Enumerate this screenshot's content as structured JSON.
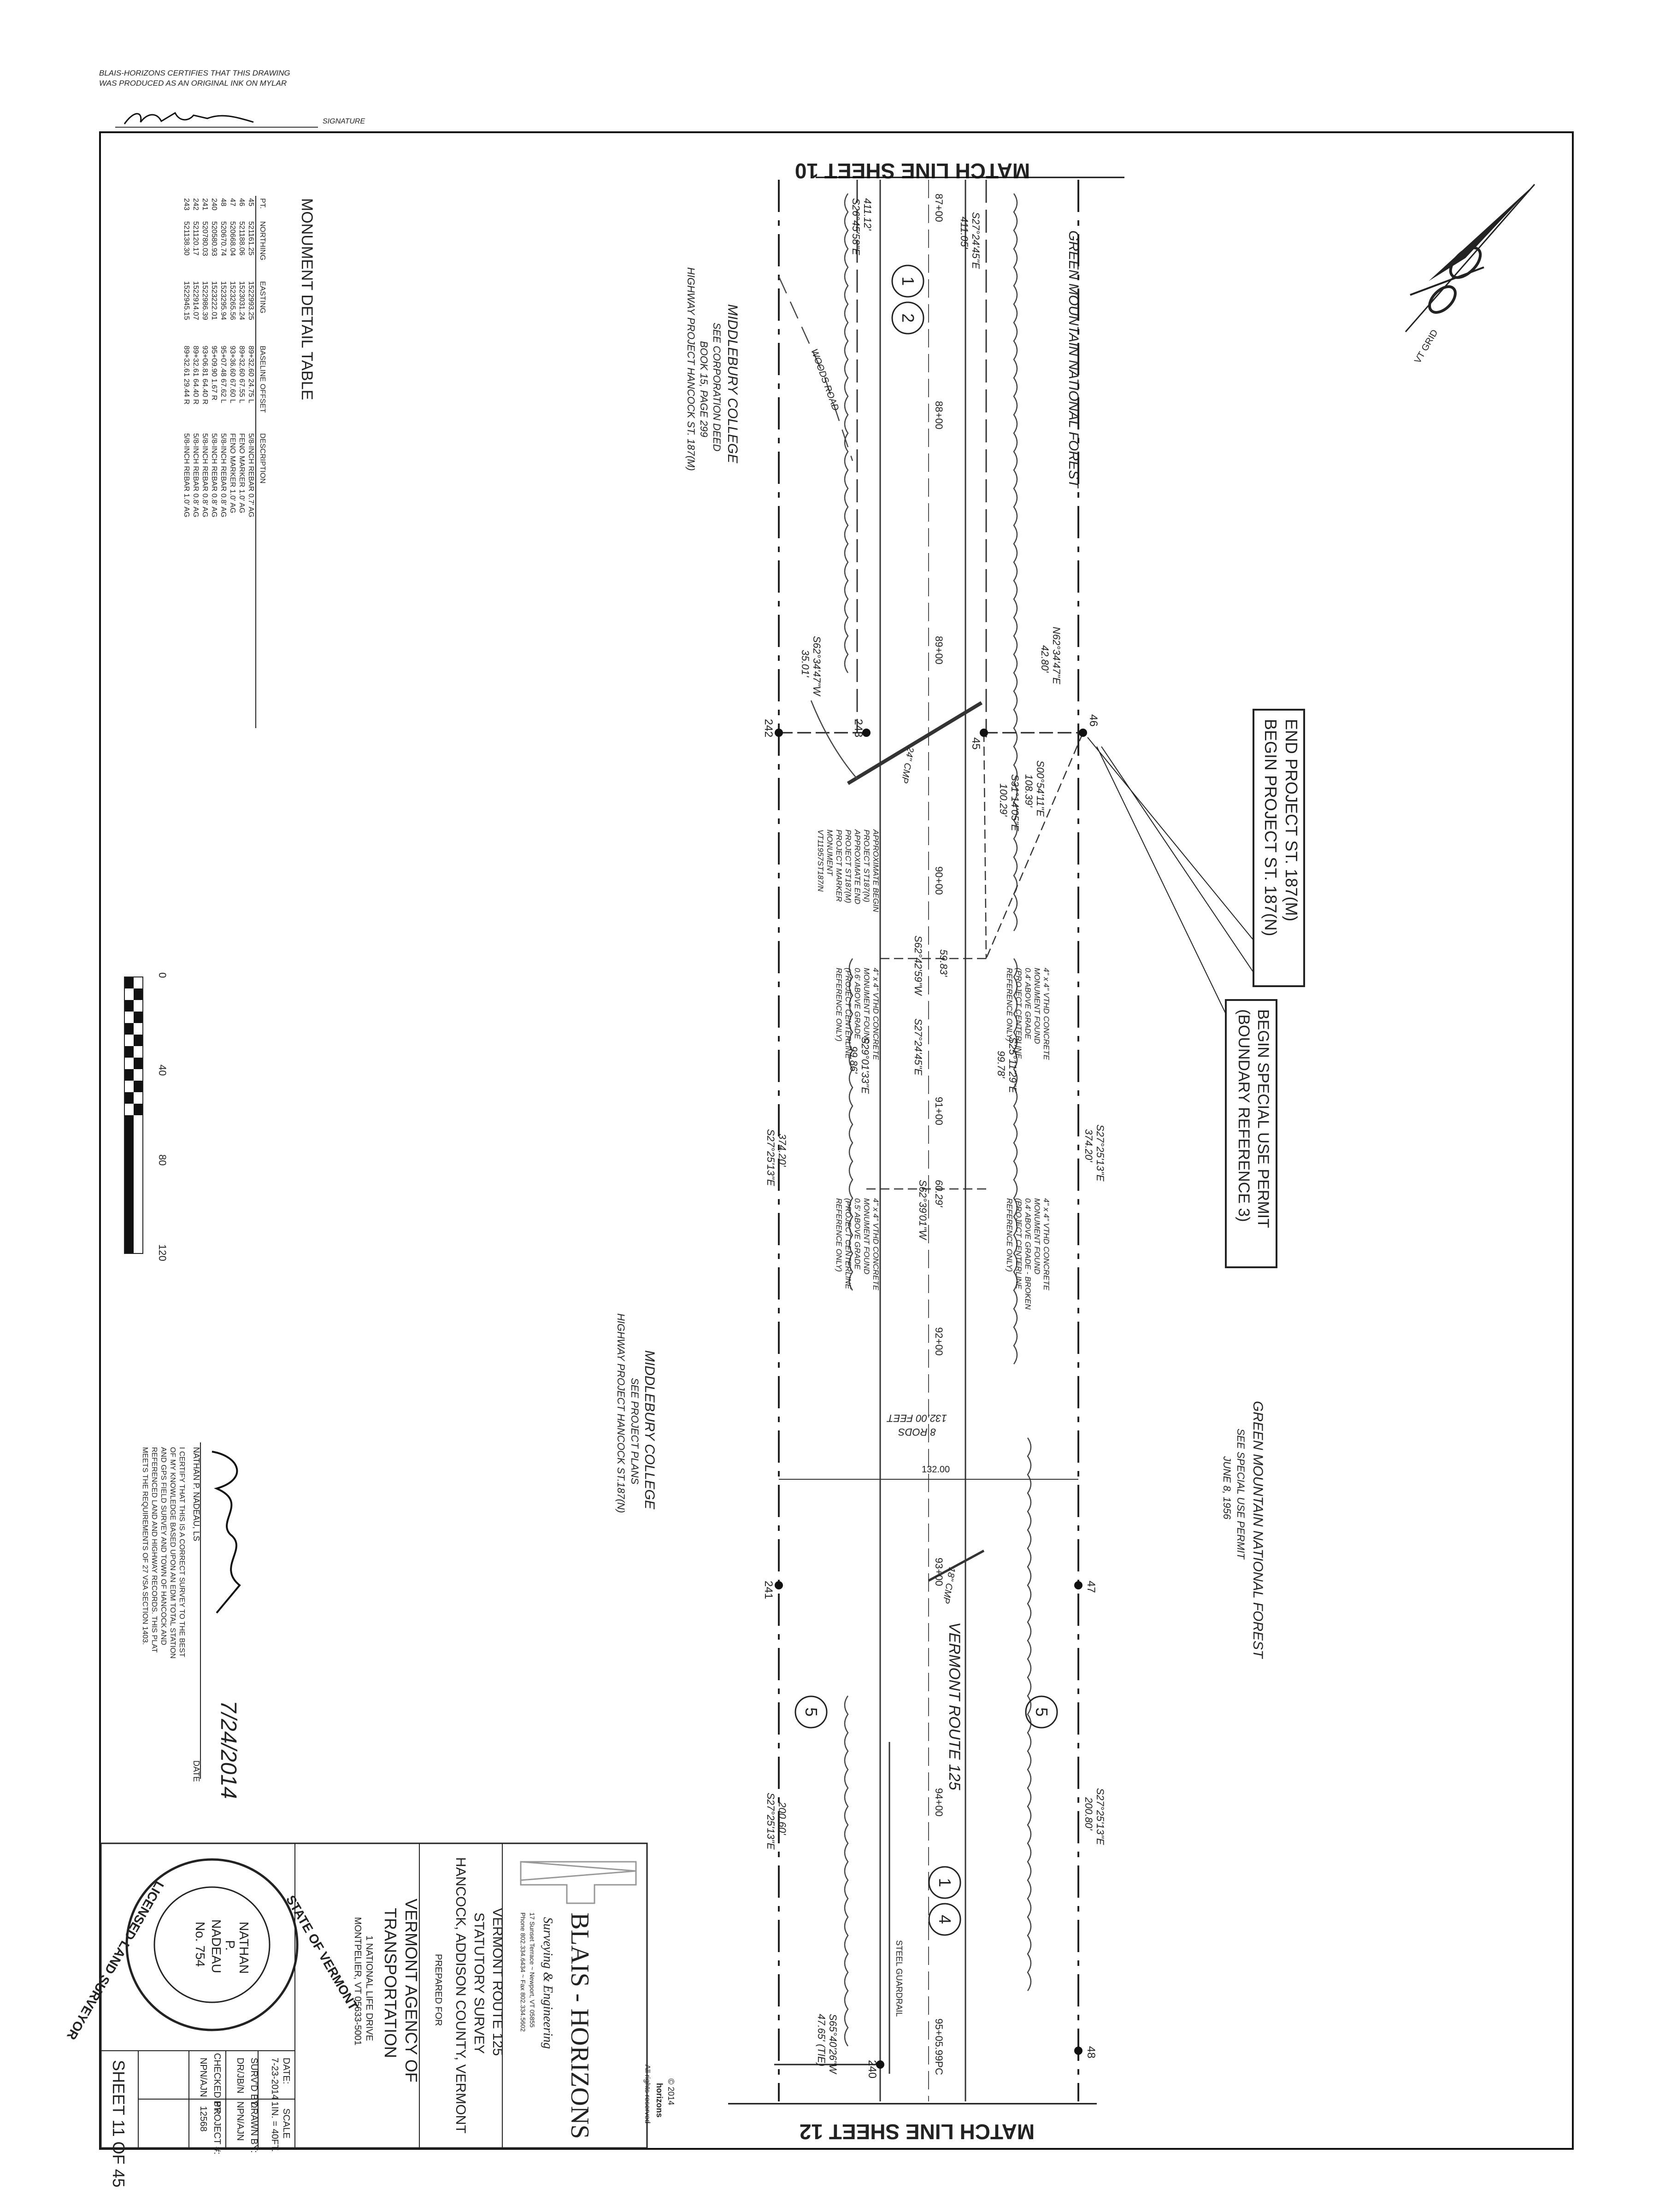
{
  "header": {
    "certification": [
      "BLAIS-HORIZONS CERTIFIES THAT THIS DRAWING",
      "WAS PRODUCED AS AN ORIGINAL INK ON MYLAR"
    ],
    "signature_label": "SIGNATURE"
  },
  "match_lines": {
    "top": "MATCH LINE SHEET 10",
    "bottom": "MATCH LINE SHEET 12"
  },
  "north_arrow": {
    "label": "VT GRID"
  },
  "monument_table": {
    "title": "MONUMENT DETAIL TABLE",
    "headers": [
      "PT.",
      "NORTHING",
      "EASTING",
      "BASELINE OFFSET",
      "DESCRIPTION"
    ],
    "rows": [
      [
        "45",
        "521161.25",
        "1522993.25",
        "89+32.60 24.75 L",
        "5/8-INCH REBAR 0.7' AG"
      ],
      [
        "46",
        "521188.06",
        "1523031.24",
        "89+32.60 67.55 L",
        "FENO MARKER 1.0' AG"
      ],
      [
        "47",
        "520668.04",
        "1523265.56",
        "93+36.60 67.60 L",
        "FENO MARKER 1.0' AG"
      ],
      [
        "48",
        "520670.74",
        "1523295.94",
        "95+07.48 67.62 L",
        "5/8-INCH REBAR 0.8' AG"
      ],
      [
        "240",
        "520580.93",
        "1523222.01",
        "95+09.90 1.67 R",
        "5/8-INCH REBAR 0.8' AG"
      ],
      [
        "241",
        "520780.03",
        "1522986.39",
        "93+06.81 64.40 R",
        "5/8-INCH REBAR 0.8' AG"
      ],
      [
        "242",
        "521120.17",
        "1522914.07",
        "89+32.61 64.40 R",
        "5/8-INCH REBAR 0.8' AG"
      ],
      [
        "243",
        "521138.30",
        "1522945.15",
        "89+32.61 29.44 R",
        "5/8-INCH REBAR 1.0' AG"
      ]
    ]
  },
  "parcels": {
    "gmnf_left": "GREEN MOUNTAIN NATIONAL FOREST",
    "gmnf_right": [
      "GREEN MOUNTAIN NATIONAL FOREST",
      "SEE SPECIAL USE PERMIT",
      "JUNE 8, 1956"
    ],
    "middlebury_top": [
      "MIDDLEBURY COLLEGE",
      "SEE CORPORATION DEED",
      "BOOK 15, PAGE 299",
      "HIGHWAY PROJECT HANCOCK ST. 187(M)"
    ],
    "middlebury_bottom": [
      "MIDDLEBURY COLLEGE",
      "SEE PROJECT PLANS",
      "HIGHWAY PROJECT HANCOCK ST.187(N)"
    ]
  },
  "callouts": {
    "end_begin": [
      "END PROJECT ST. 187(M)",
      "BEGIN PROJECT ST. 187(N)"
    ],
    "special_use": [
      "BEGIN SPECIAL USE PERMIT",
      "(BOUNDARY REFERENCE 3)"
    ]
  },
  "road": {
    "name": "VERMONT ROUTE 125",
    "woods_road": "WOODS ROAD",
    "guardrail": "STEEL GUARDRAIL",
    "stations": [
      "87+00",
      "88+00",
      "89+00",
      "90+00",
      "91+00",
      "92+00",
      "93+00",
      "94+00",
      "95+05.99PC"
    ],
    "width_label": "132.00",
    "rods": [
      "8 RODS",
      "132.00 FEET"
    ],
    "culverts": [
      "24\" CMP",
      "18\" CMP"
    ]
  },
  "points": [
    "45",
    "46",
    "47",
    "48",
    "240",
    "241",
    "242",
    "243"
  ],
  "circles": [
    "1",
    "2",
    "1",
    "4",
    "5",
    "5"
  ],
  "bearings": {
    "top_edge_left": [
      "S27°24'45\"E",
      "411.05'"
    ],
    "bottom_edge_left": [
      "411.12'",
      "S26°45'58\"E"
    ],
    "n62": [
      "N62°34'47\"E",
      "42.80'"
    ],
    "s62_a": [
      "S62°34'47\"W",
      "35.01'"
    ],
    "s31": [
      "S31°14'05\"E",
      "100.29'"
    ],
    "s00": [
      "S00°54'11\"E",
      "108.39'"
    ],
    "s62_59": [
      "59.83'",
      "S62°42'59\"W"
    ],
    "s27_mid": "S27°24'45\"E",
    "s29": [
      "S29°01'33\"E",
      "99.86'"
    ],
    "s25": [
      "S25°11'29\"E",
      "99.78'"
    ],
    "s27_top": [
      "S27°25'13\"E",
      "374.20'"
    ],
    "s27_bot": [
      "374.20'",
      "S27°25'13\"E"
    ],
    "s62_39": [
      "60.29'",
      "S62°39'01\"W"
    ],
    "s27_right_top": [
      "S27°25'13\"E",
      "200.80'"
    ],
    "s27_right_bot": [
      "200.60'",
      "S27°25'13\"E"
    ],
    "s65": [
      "S65°40'26\"W",
      "47.65' (TIE)"
    ]
  },
  "monument_notes": {
    "approx_begin": [
      "APPROXIMATE BEGIN",
      "PROJECT ST187(N)",
      "APPROXIMATE END",
      "PROJECT ST187(M)",
      "PROJECT MARKER",
      "MONUMENT",
      "VT11957ST187/N"
    ],
    "vtho_1": [
      "4\" x 4\" VTHD CONCRETE",
      "MONUMENT FOUND",
      "0.4' ABOVE GRADE",
      "(PROJECT CENTERLINE",
      "REFERENCE ONLY)"
    ],
    "vtho_2": [
      "4\" x 4\" VTHD CONCRETE",
      "MONUMENT FOUND",
      "0.6' ABOVE GRADE",
      "(PROJECT CENTERLINE",
      "REFERENCE ONLY)"
    ],
    "vtho_3": [
      "4\" x 4\" VTHD CONCRETE",
      "MONUMENT FOUND",
      "0.4' ABOVE GRADE - BROKEN",
      "(PROJECT CENTERLINE",
      "REFERENCE ONLY)"
    ],
    "vtho_4": [
      "4\" x 4\" VTHD CONCRETE",
      "MONUMENT FOUND",
      "0.5' ABOVE GRADE",
      "(PROJECT CENTERLINE",
      "REFERENCE ONLY)"
    ]
  },
  "scale_bar": {
    "ticks": [
      "0",
      "40",
      "80",
      "120"
    ]
  },
  "certification_block": {
    "surveyor": "NATHAN P. NADEAU, LS",
    "date_label": "DATE",
    "date_value": "7/24/2014",
    "statement": [
      "I CERTIFY THAT THIS IS A CORRECT SURVEY TO THE BEST",
      "OF MY KNOWLEDGE BASED UPON AN EDM TOTAL STATION",
      "AND GPS FIELD SURVEY AND TOWN OF HANCOCK AND",
      "REFERENCED LAND AND HIGHWAY RECORDS. THIS PLAT",
      "MEETS THE REQUIREMENTS OF 27 VSA SECTION 1403."
    ]
  },
  "title_block": {
    "company": "BLAIS - HORIZONS",
    "company_tagline": "Surveying & Engineering",
    "company_address": "17 Sunset Terrace ~ Newport, VT 05855",
    "company_phone": "Phone 802.334.6434 ~ Fax 802.334.5602",
    "copyright": [
      "© 2014",
      "horizons",
      "All rights reserved"
    ],
    "project": [
      "VERMONT ROUTE 125",
      "STATUTORY SURVEY",
      "HANCOCK, ADDISON COUNTY, VERMONT"
    ],
    "prepared_for": "PREPARED FOR",
    "client": [
      "VERMONT AGENCY OF",
      "TRANSPORTATION",
      "1 NATIONAL LIFE DRIVE",
      "MONTPELIER, VT 05633-5001"
    ],
    "fields": [
      {
        "label": "DATE:",
        "value": "7-23-2014"
      },
      {
        "label": "SCALE",
        "value": "1IN. = 40FT."
      },
      {
        "label": "SURV'D BY:",
        "value": "DR/JB/N"
      },
      {
        "label": "DRAWN BY:",
        "value": "NPN/AJN"
      },
      {
        "label": "CHECKED BY:",
        "value": "NPN/AJN"
      },
      {
        "label": "PROJECT #:",
        "value": "12568"
      }
    ],
    "sheet": "SHEET 11 OF 45",
    "seal": {
      "ring_top": "STATE OF VERMONT",
      "ring_bottom": "LICENSED LAND SURVEYOR",
      "center": [
        "NATHAN",
        "P.",
        "NADEAU",
        "No. 754"
      ]
    }
  }
}
